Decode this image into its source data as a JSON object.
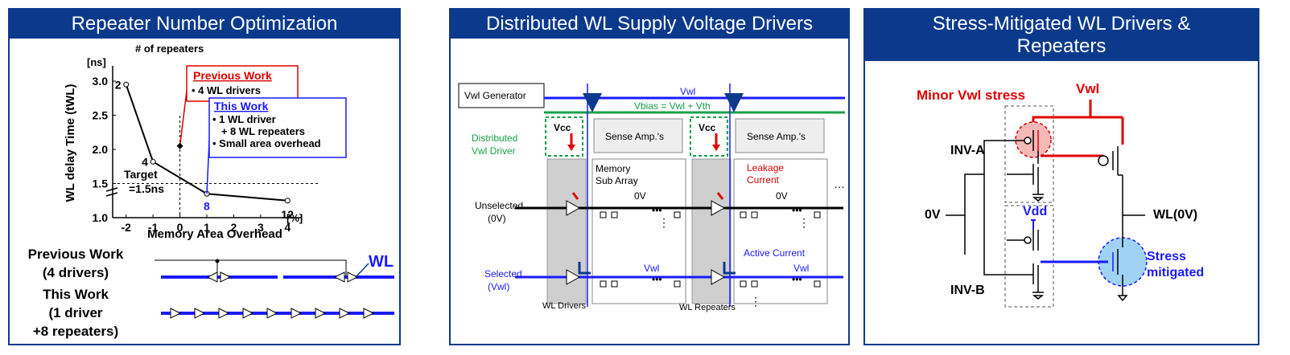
{
  "panels": [
    {
      "title": "Repeater Number Optimization"
    },
    {
      "title": "Distributed WL Supply Voltage Drivers"
    },
    {
      "title_line1": "Stress-Mitigated WL Drivers &",
      "title_line2": "Repeaters"
    }
  ],
  "chart_data": {
    "type": "line",
    "title": "",
    "xlabel": "Memory Area Overhead",
    "x_unit": "[%]",
    "ylabel": "WL delay Time (tWL)",
    "y_unit": "[ns]",
    "xlim": [
      -2.5,
      4.5
    ],
    "ylim": [
      1.0,
      3.2
    ],
    "x_ticks": [
      "-2",
      "-1",
      "0",
      "1",
      "2",
      "3",
      "4"
    ],
    "y_ticks": [
      "1.0",
      "1.5",
      "2.0",
      "2.5",
      "3.0"
    ],
    "series": [
      {
        "name": "# of repeaters",
        "x": [
          -2,
          -1,
          1,
          4
        ],
        "y": [
          2.95,
          1.82,
          1.35,
          1.25
        ],
        "labels": [
          "2",
          "4",
          "8",
          "12"
        ]
      }
    ],
    "points": [
      {
        "name": "Previous Work",
        "x": 0,
        "y": 2.05
      },
      {
        "name": "This Work",
        "x": 1,
        "y": 1.35
      }
    ],
    "target_line": 1.5,
    "grid": false
  },
  "chart_text": {
    "series_title": "# of repeaters",
    "previous_title": "Previous Work",
    "previous_items": [
      "• 4 WL drivers"
    ],
    "this_title": "This Work",
    "this_items": [
      "• 1 WL driver",
      "   + 8 WL repeaters",
      "• Small area overhead"
    ],
    "target_label": "Target",
    "target_value": "=1.5ns"
  },
  "bottom": {
    "prev_line1": "Previous Work",
    "prev_line2": "(4 drivers)",
    "this_line1": "This Work",
    "this_line2": "(1 driver",
    "this_line3": "+8 repeaters)",
    "wl_label": "WL"
  },
  "p2": {
    "vwl_generator": "Vwl Generator",
    "vwl": "Vwl",
    "vbias": "Vbias = Vwl + Vth",
    "distributed_line1": "Distributed",
    "distributed_line2": "Vwl Driver",
    "vcc": "Vcc",
    "sense_amp": "Sense Amp.'s",
    "memory_line1": "Memory",
    "memory_line2": "Sub Array",
    "zero_v": "0V",
    "leakage_line1": "Leakage",
    "leakage_line2": "Current",
    "unselected_line1": "Unselected",
    "unselected_line2": "(0V)",
    "selected_line1": "Selected",
    "selected_line2": "(Vwl)",
    "active_current": "Active Current",
    "wl_drivers": "WL Drivers",
    "wl_repeaters": "WL Repeaters",
    "dots": "•••",
    "ellipsis": "…",
    "vdots": "⋮"
  },
  "p3": {
    "minor_stress": "Minor Vwl stress",
    "vwl": "Vwl",
    "inv_a": "INV-A",
    "inv_b": "INV-B",
    "zero_v": "0V",
    "vdd": "Vdd",
    "wl_out": "WL(0V)",
    "stress_line1": "Stress",
    "stress_line2": "mitigated"
  },
  "colors": {
    "title_bg": "#0b3a8c",
    "blue": "#1a1aff",
    "red": "#e00000",
    "green": "#1aa04a",
    "gray": "#cfcfcf"
  }
}
